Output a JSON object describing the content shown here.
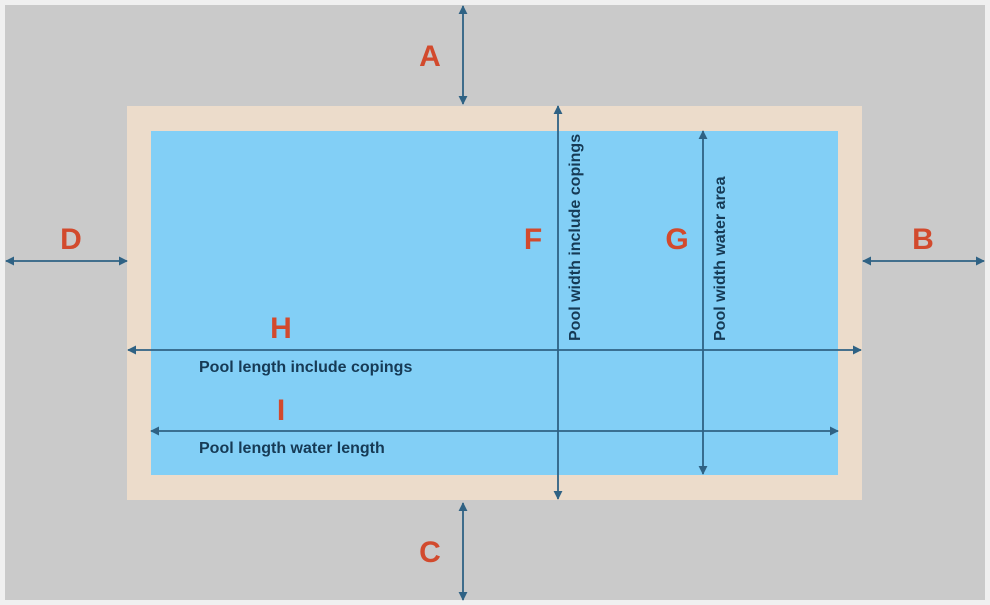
{
  "colors": {
    "frame": "#f0f0f0",
    "surround": "#cacaca",
    "coping": "#ecdccb",
    "water": "#82cff6",
    "arrow": "#2f6284",
    "letter": "#d24a2d",
    "caption": "#163a55"
  },
  "labels": {
    "a": "A",
    "b": "B",
    "c": "C",
    "d": "D",
    "f": "F",
    "g": "G",
    "h": "H",
    "i": "I"
  },
  "captions": {
    "pool_length_copings": "Pool length include copings",
    "pool_length_water": "Pool length water length",
    "pool_width_copings": "Pool width include copings",
    "pool_width_water": "Pool width water area"
  }
}
